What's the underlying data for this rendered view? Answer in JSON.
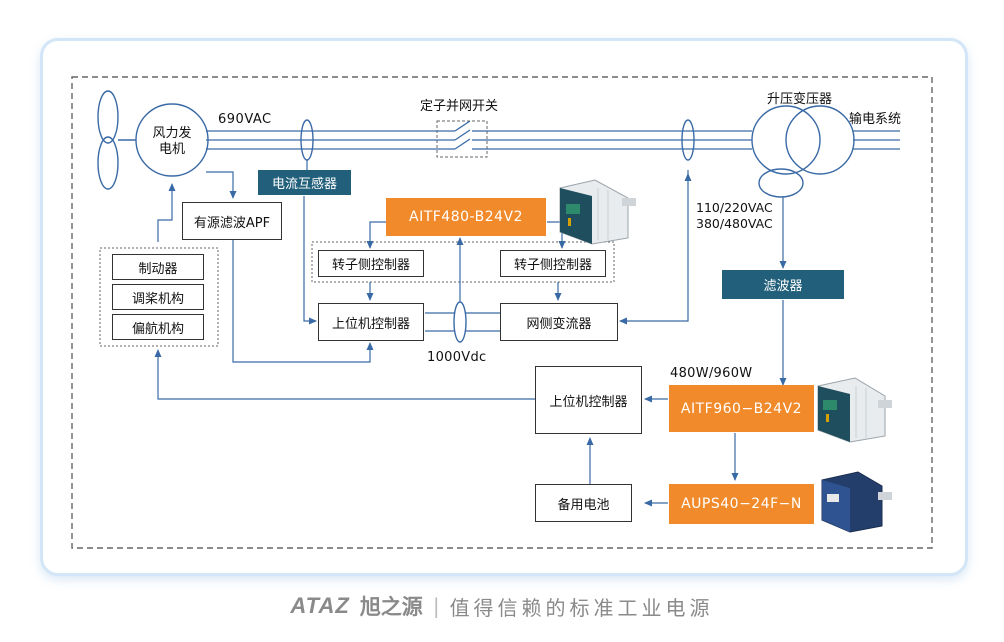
{
  "labels": {
    "generator": "风力发\n电机",
    "v690": "690VAC",
    "grid_switch": "定子并网开关",
    "transformer": "升压变压器",
    "transmission": "输电系统",
    "current_sensor": "电流互感器",
    "apf": "有源滤波APF",
    "brake": "制动器",
    "pitch": "调桨机构",
    "yaw": "偏航机构",
    "aitf480": "AITF480-B24V2",
    "rotor_ctrl_1": "转子侧控制器",
    "rotor_ctrl_2": "转子侧控制器",
    "host_ctrl_1": "上位机控制器",
    "grid_converter": "网侧变流器",
    "vdc": "1000Vdc",
    "v110_220": "110/220VAC",
    "v380_480": "380/480VAC",
    "filter": "滤波器",
    "w480_960": "480W/960W",
    "host_ctrl_2": "上位机控制器",
    "aitf960": "AITF960−B24V2",
    "backup_battery": "备用电池",
    "aups": "AUPS40−24F−N"
  },
  "footer": {
    "brand": "ATAZ",
    "brand_cn": "旭之源",
    "separator": "|",
    "slogan": "值得信赖的标准工业电源"
  },
  "colors": {
    "teal": "#215f7a",
    "orange": "#f08a2a",
    "line_blue": "#3a6aa6",
    "frame": "#d2e6f7"
  }
}
